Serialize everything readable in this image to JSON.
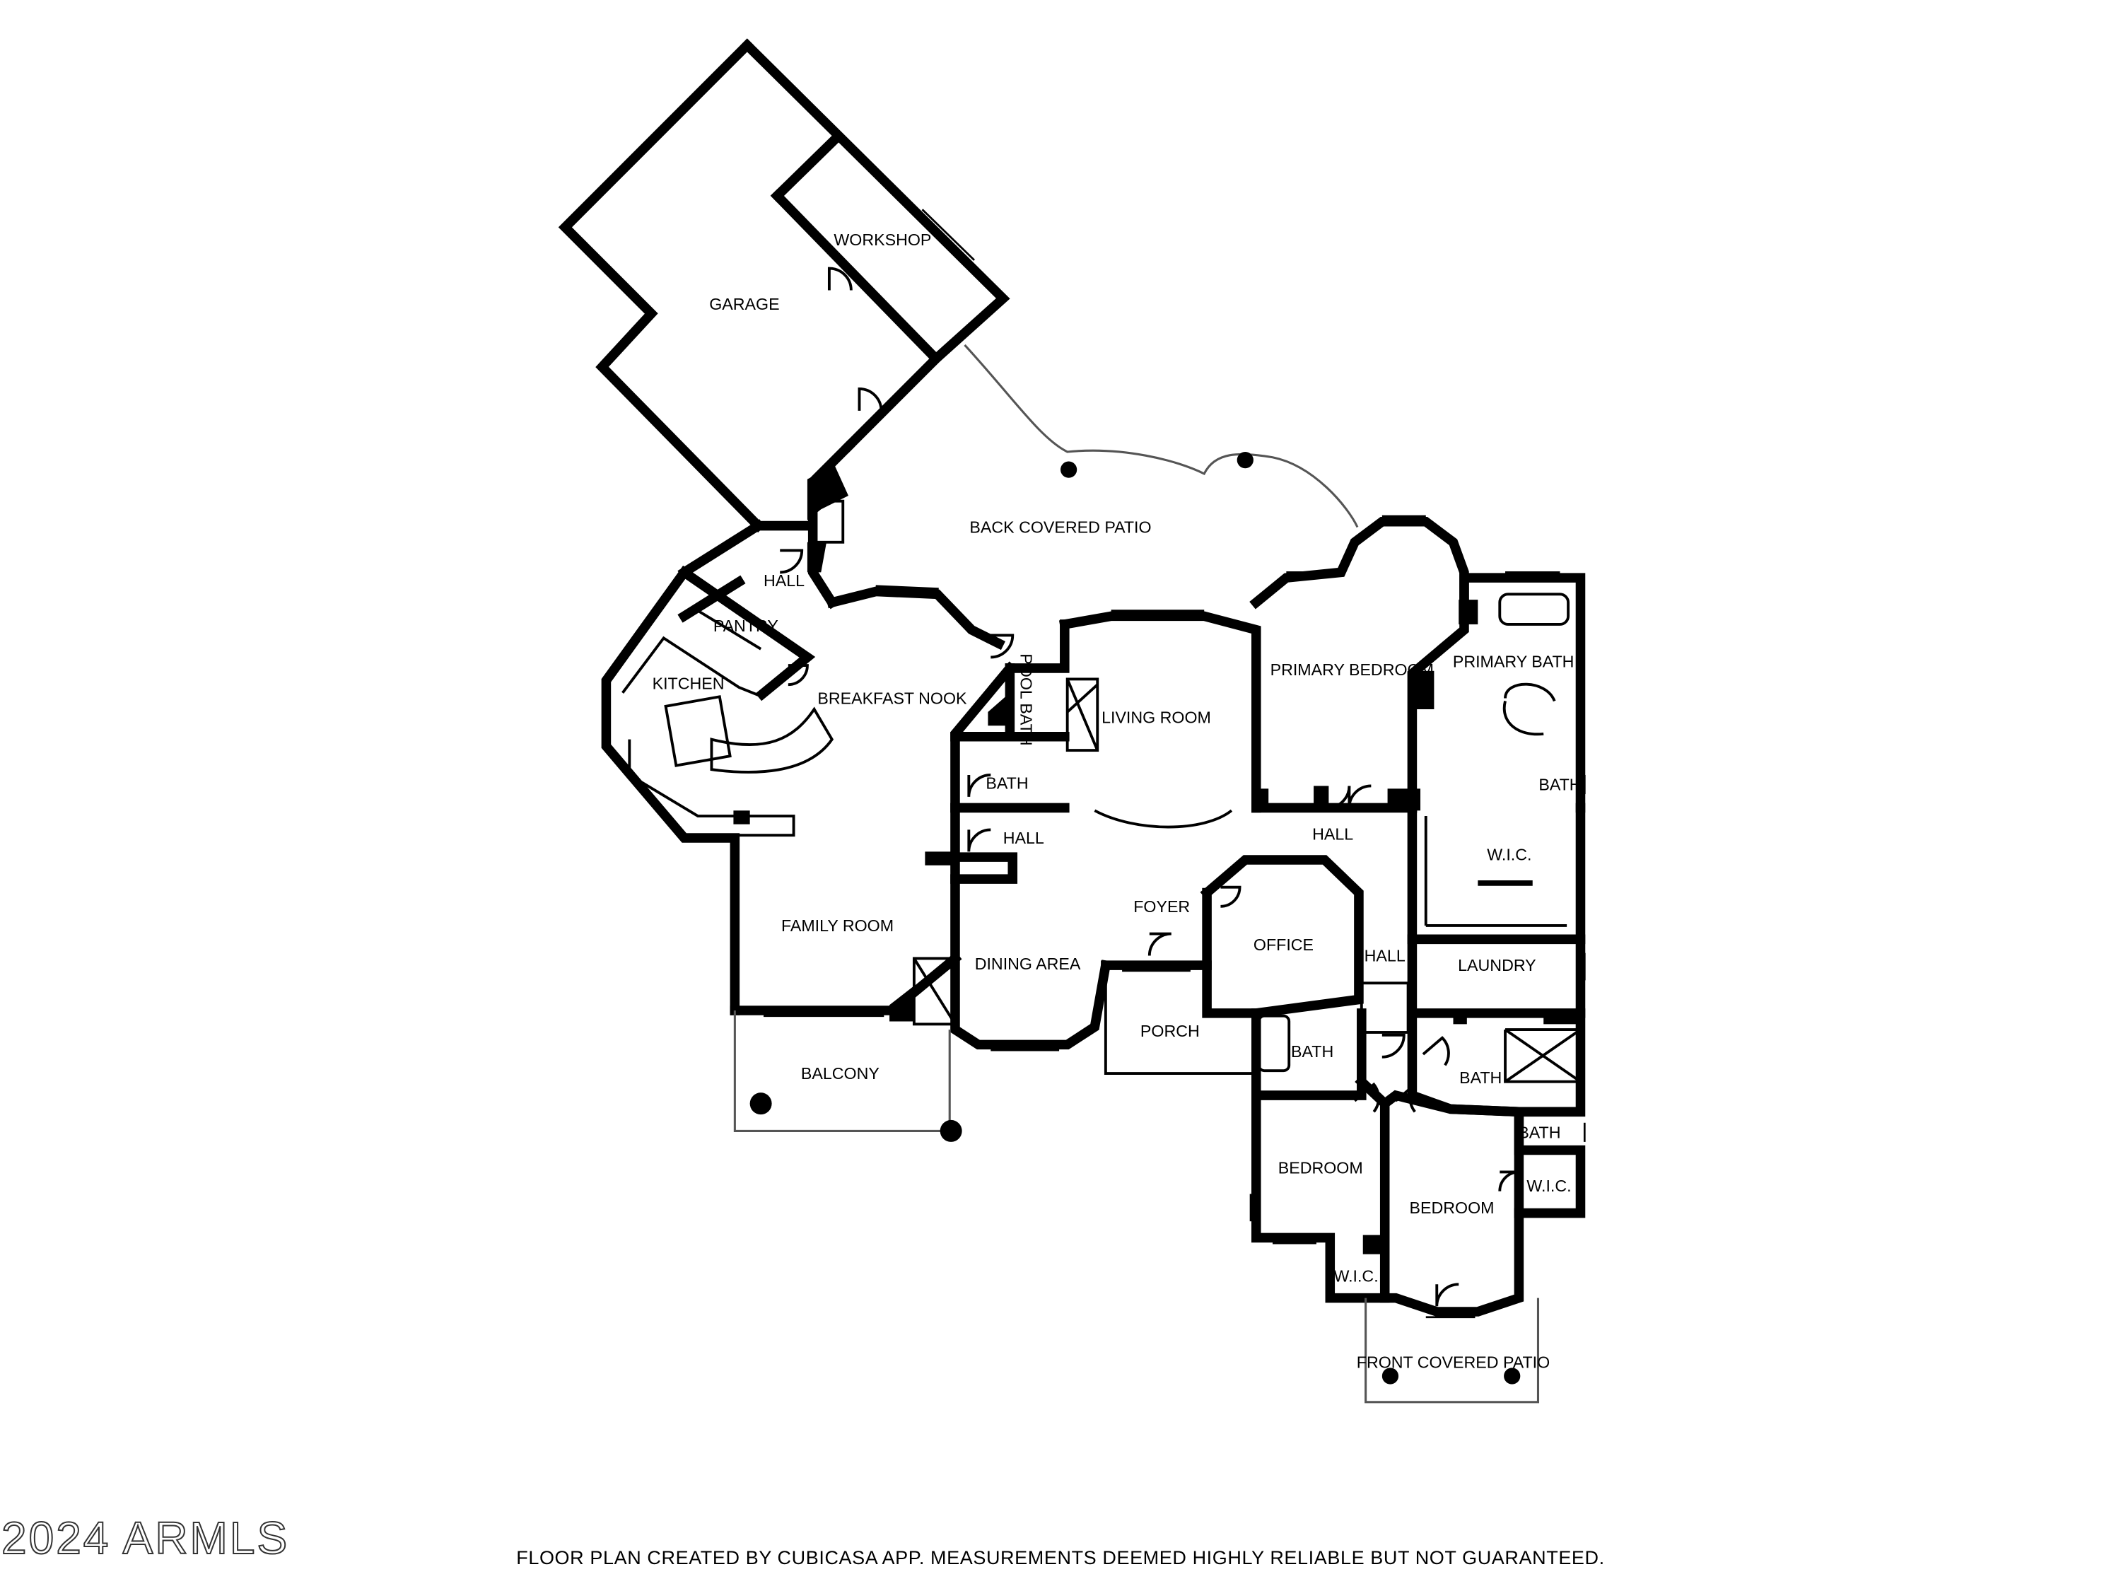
{
  "rooms": {
    "garage": "GARAGE",
    "workshop": "WORKSHOP",
    "back_covered_patio": "BACK COVERED PATIO",
    "hall_kitchen": "HALL",
    "pantry": "PANTRY",
    "kitchen": "KITCHEN",
    "breakfast_nook": "BREAKFAST NOOK",
    "pool_bath": "POOL BATH",
    "bath_pool": "BATH",
    "living_room": "LIVING ROOM",
    "primary_bedroom": "PRIMARY BEDROOM",
    "primary_bath": "PRIMARY BATH",
    "bath_primary": "BATH",
    "hall_center": "HALL",
    "hall_right": "HALL",
    "wic_primary": "W.I.C.",
    "family_room": "FAMILY ROOM",
    "dining_area": "DINING AREA",
    "foyer": "FOYER",
    "office": "OFFICE",
    "hall_east": "HALL",
    "laundry": "LAUNDRY",
    "porch": "PORCH",
    "balcony": "BALCONY",
    "bath_center": "BATH",
    "bath_right": "BATH",
    "bath_small": "BATH",
    "wic_right": "W.I.C.",
    "bedroom_left": "BEDROOM",
    "bedroom_right": "BEDROOM",
    "wic_bottom": "W.I.C.",
    "front_covered_patio": "FRONT COVERED PATIO"
  },
  "footer": "FLOOR PLAN CREATED BY CUBICASA APP. MEASUREMENTS DEEMED HIGHLY RELIABLE BUT NOT GUARANTEED.",
  "watermark": "2024 ARMLS"
}
